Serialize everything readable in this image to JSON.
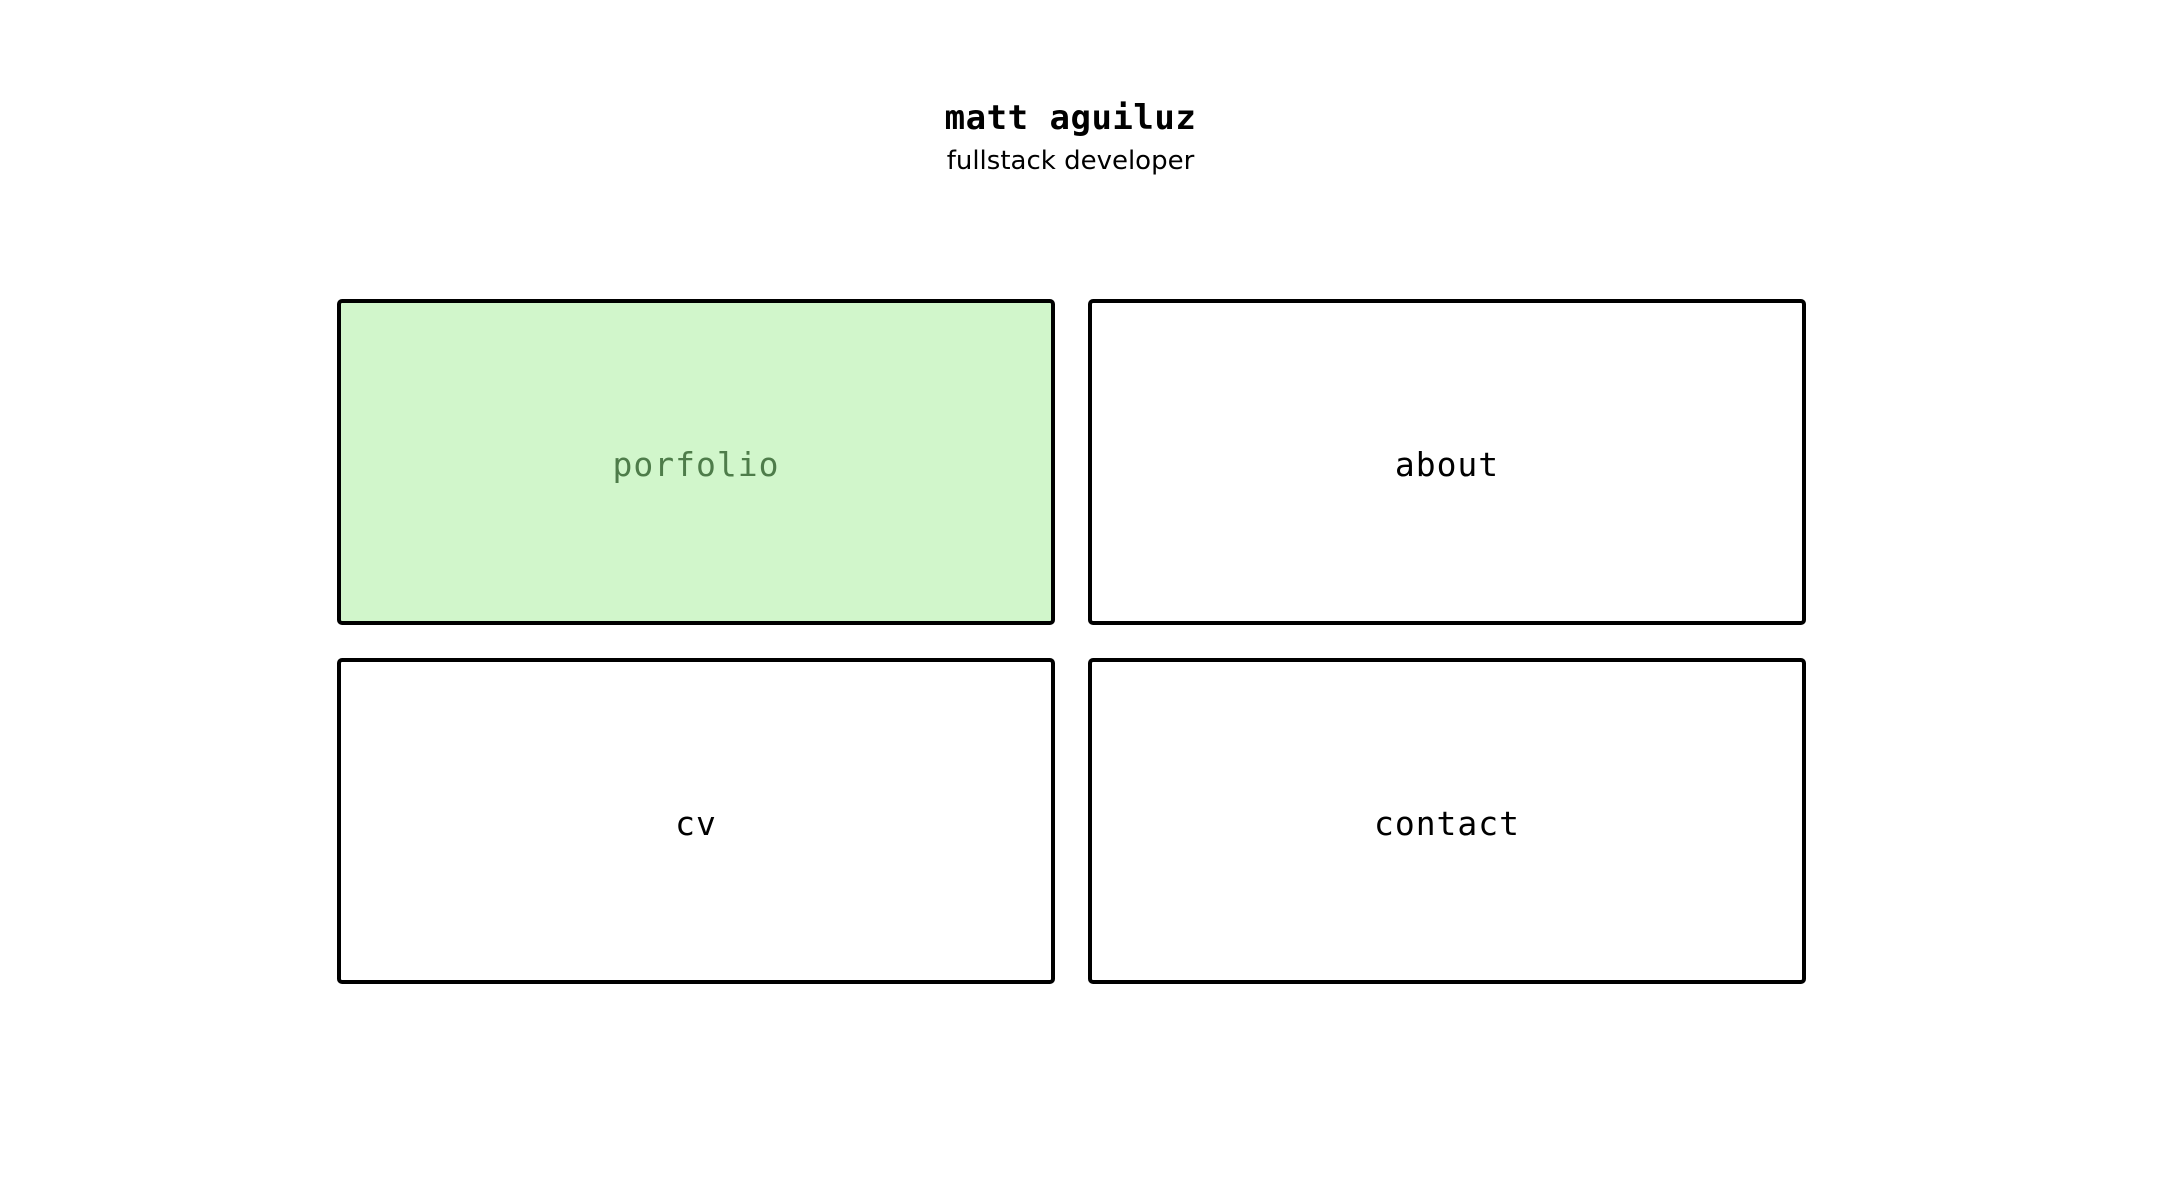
{
  "header": {
    "name": "matt aguiluz",
    "role": "fullstack developer"
  },
  "nav": {
    "items": [
      {
        "label": "porfolio",
        "active": true
      },
      {
        "label": "about",
        "active": false
      },
      {
        "label": "cv",
        "active": false
      },
      {
        "label": "contact",
        "active": false
      }
    ]
  },
  "colors": {
    "active_background": "#d1f6cb",
    "active_text": "#4e7c4a",
    "border": "#000000",
    "background": "#ffffff"
  }
}
